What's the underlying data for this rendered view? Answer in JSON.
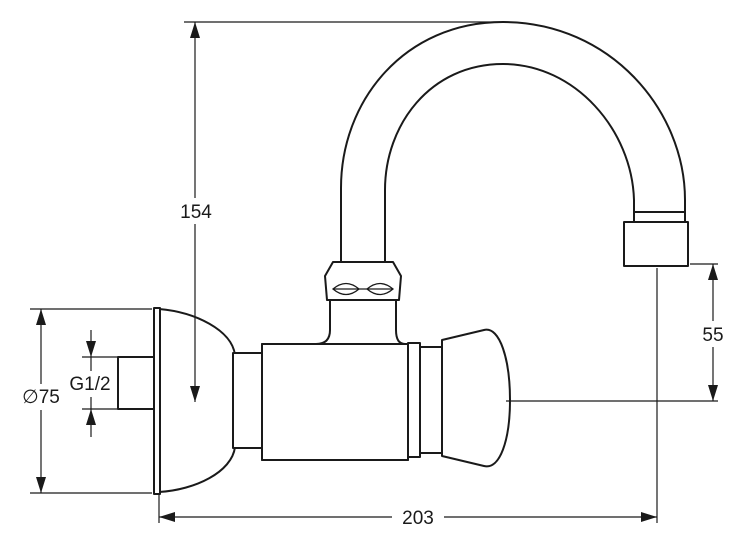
{
  "dimensions": {
    "height_total": "154",
    "spout_drop": "55",
    "depth_total": "203",
    "plate_diameter": "∅75",
    "thread": "G1/2"
  }
}
